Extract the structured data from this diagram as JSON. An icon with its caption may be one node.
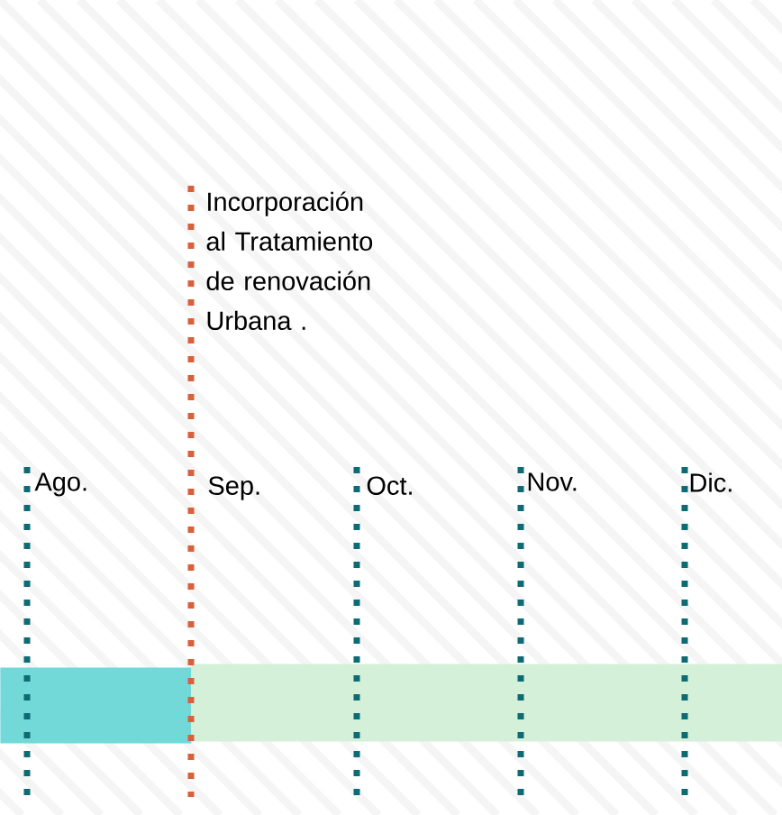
{
  "diagram": {
    "nodes": [
      {
        "text": [],
        "shape": "bar"
      },
      {
        "text": [],
        "shape": "bar"
      }
    ],
    "labels": [
      "Incorporación al Tratamiento de renovación Urbana  .",
      "Ago.",
      "Sep.",
      "Oct.",
      "Nov.",
      "Dic."
    ]
  }
}
